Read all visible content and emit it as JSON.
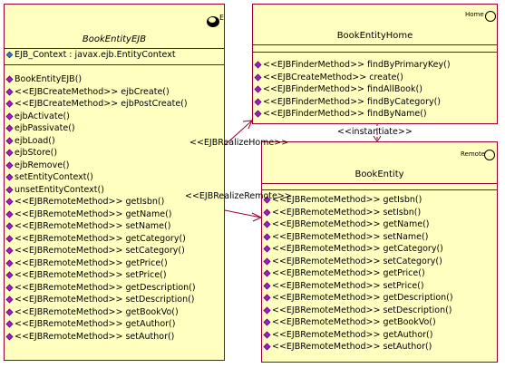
{
  "ejb_class": {
    "stereotype_icon_label": "E",
    "name": "BookEntityEJB",
    "attributes": [
      "EJB_Context : javax.ejb.EntityContext"
    ],
    "methods": [
      "BookEntityEJB()",
      "<<EJBCreateMethod>> ejbCreate()",
      "<<EJBCreateMethod>> ejbPostCreate()",
      "ejbActivate()",
      "ejbPassivate()",
      "ejbLoad()",
      "ejbStore()",
      "ejbRemove()",
      "setEntityContext()",
      "unsetEntityContext()",
      "<<EJBRemoteMethod>> getIsbn()",
      "<<EJBRemoteMethod>> getName()",
      "<<EJBRemoteMethod>> setName()",
      "<<EJBRemoteMethod>> getCategory()",
      "<<EJBRemoteMethod>> setCategory()",
      "<<EJBRemoteMethod>> getPrice()",
      "<<EJBRemoteMethod>> setPrice()",
      "<<EJBRemoteMethod>> getDescription()",
      "<<EJBRemoteMethod>> setDescription()",
      "<<EJBRemoteMethod>> getBookVo()",
      "<<EJBRemoteMethod>> getAuthor()",
      "<<EJBRemoteMethod>> setAuthor()"
    ]
  },
  "home_class": {
    "stereotype": "Home",
    "name": "BookEntityHome",
    "methods": [
      "<<EJBFinderMethod>> findByPrimaryKey()",
      "<<EJBCreateMethod>> create()",
      "<<EJBFinderMethod>> findAllBook()",
      "<<EJBFinderMethod>> findByCategory()",
      "<<EJBFinderMethod>> findByName()"
    ]
  },
  "remote_class": {
    "stereotype": "Remote",
    "name": "BookEntity",
    "methods": [
      "<<EJBRemoteMethod>> getIsbn()",
      "<<EJBRemoteMethod>> setIsbn()",
      "<<EJBRemoteMethod>> getName()",
      "<<EJBRemoteMethod>> setName()",
      "<<EJBRemoteMethod>> getCategory()",
      "<<EJBRemoteMethod>> setCategory()",
      "<<EJBRemoteMethod>> getPrice()",
      "<<EJBRemoteMethod>> setPrice()",
      "<<EJBRemoteMethod>> getDescription()",
      "<<EJBRemoteMethod>> setDescription()",
      "<<EJBRemoteMethod>> getBookVo()",
      "<<EJBRemoteMethod>> getAuthor()",
      "<<EJBRemoteMethod>> setAuthor()"
    ]
  },
  "relations": {
    "realize_home": "<<EJBRealizeHome>>",
    "realize_remote": "<<EJBRealizeRemote>>",
    "instantiate": "<<instantiate>>"
  },
  "colors": {
    "class_fill": "#ffffc0",
    "class_border": "#990033",
    "method_icon": "#a020c0",
    "attribute_icon": "#3a7bd5"
  }
}
